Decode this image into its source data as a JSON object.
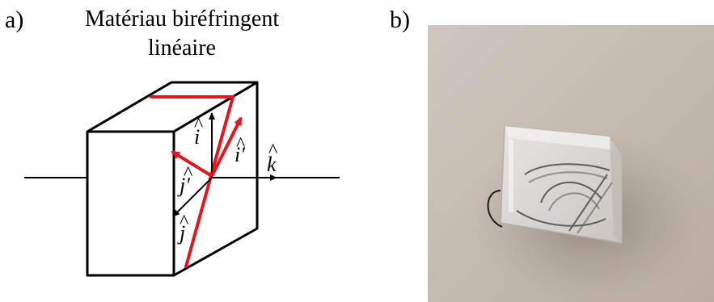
{
  "panel_a": {
    "label": "a)",
    "title_line1": "Matériau biréfringent",
    "title_line2": "linéaire",
    "vectors": {
      "i": "i",
      "i_prime": "i′",
      "j": "j",
      "j_prime": "j′",
      "k": "k"
    },
    "hat": "^"
  },
  "panel_b": {
    "label": "b)"
  },
  "colors": {
    "beam": "#e8141b",
    "line": "#000000",
    "photo_bg": "#c8bfb6"
  }
}
